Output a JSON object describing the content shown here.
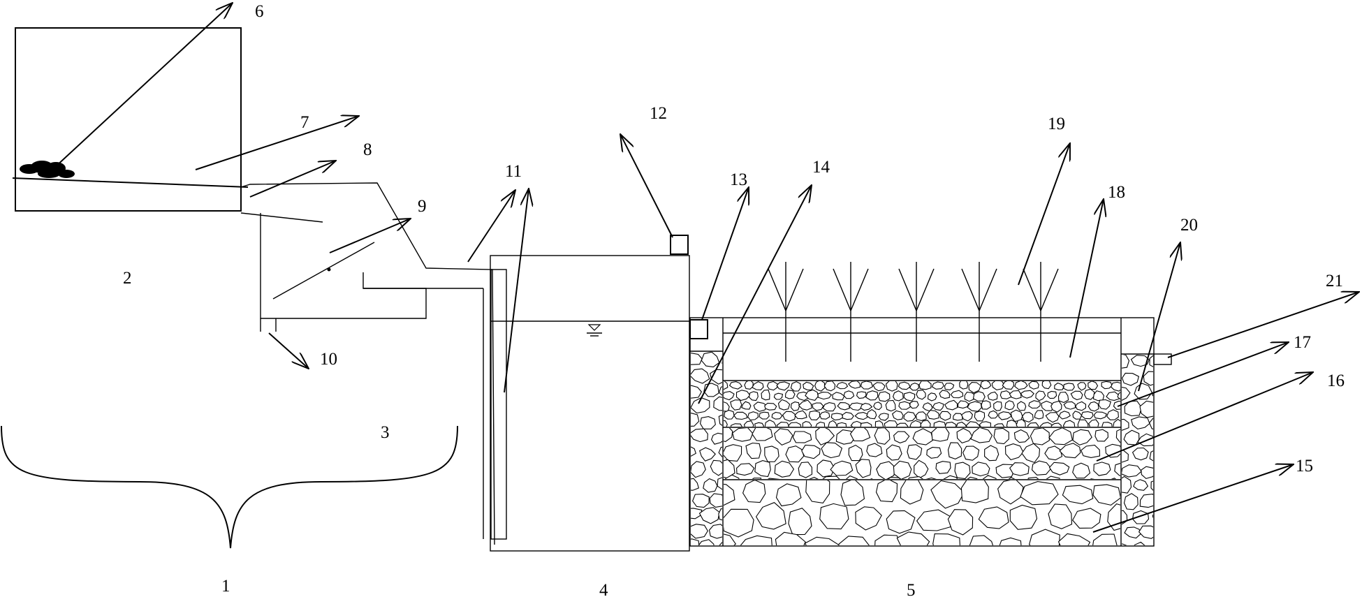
{
  "diagram": {
    "labels": {
      "l1": "1",
      "l2": "2",
      "l3": "3",
      "l4": "4",
      "l5": "5",
      "l6": "6",
      "l7": "7",
      "l8": "8",
      "l9": "9",
      "l10": "10",
      "l11": "11",
      "l12": "12",
      "l13": "13",
      "l14": "14",
      "l15": "15",
      "l16": "16",
      "l17": "17",
      "l18": "18",
      "l19": "19",
      "l20": "20",
      "l21": "21"
    },
    "colors": {
      "line": "#000000",
      "background": "#ffffff"
    }
  }
}
